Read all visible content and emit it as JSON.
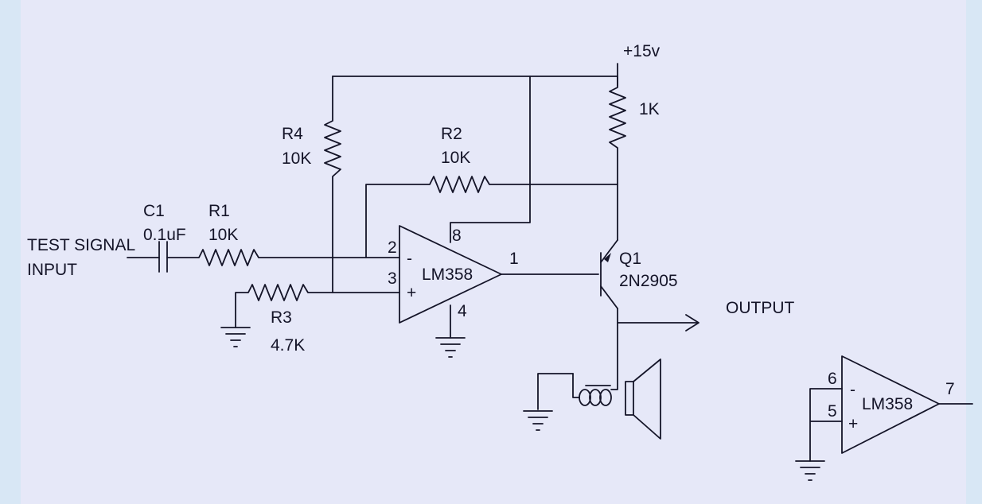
{
  "input_label": [
    "TEST SIGNAL",
    "INPUT"
  ],
  "output_label": "OUTPUT",
  "supply_label": "+15v",
  "components": {
    "c1": {
      "ref": "C1",
      "value": "0.1uF"
    },
    "r1": {
      "ref": "R1",
      "value": "10K"
    },
    "r2": {
      "ref": "R2",
      "value": "10K"
    },
    "r3": {
      "ref": "R3",
      "value": "4.7K"
    },
    "r4": {
      "ref": "R4",
      "value": "10K"
    },
    "r_collector": {
      "value": "1K"
    },
    "q1": {
      "ref": "Q1",
      "value": "2N2905"
    }
  },
  "opamp_main": {
    "name": "LM358",
    "pin_inv": "2",
    "pin_noninv": "3",
    "pin_out": "1",
    "pin_vcc": "8",
    "pin_gnd": "4",
    "minus": "-",
    "plus": "+"
  },
  "opamp_unused": {
    "name": "LM358",
    "pin_inv": "6",
    "pin_noninv": "5",
    "pin_out": "7",
    "minus": "-",
    "plus": "+"
  }
}
